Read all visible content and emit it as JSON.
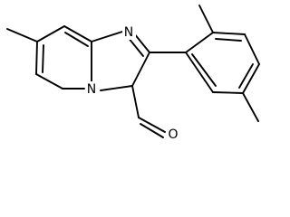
{
  "molecule": {
    "atoms": {
      "n_imine": "N",
      "n_bridge": "N",
      "o_aldehyde": "O"
    }
  }
}
